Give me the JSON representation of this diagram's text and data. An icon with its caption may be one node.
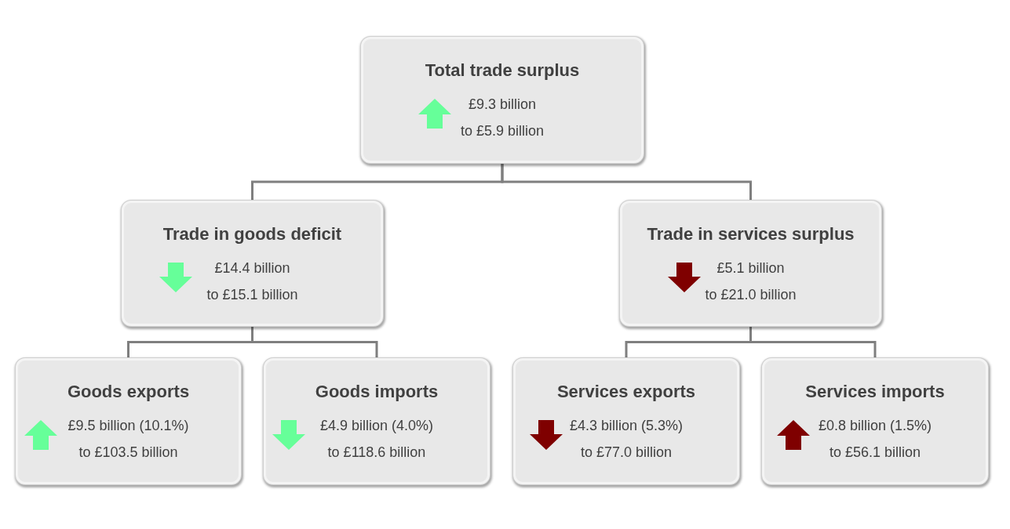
{
  "diagram": {
    "nodes": [
      {
        "text": [
          "Total trade surplus",
          "£9.3 billion",
          "to £5.9 billion"
        ]
      },
      {
        "text": [
          "Trade in goods deficit",
          "£14.4 billion",
          "to £15.1 billion"
        ]
      },
      {
        "text": [
          "Trade in services surplus",
          "£5.1 billion",
          "to £21.0 billion"
        ]
      },
      {
        "text": [
          "Goods exports",
          "£9.5 billion (10.1%)",
          "to £103.5 billion"
        ]
      },
      {
        "text": [
          "Goods imports",
          "£4.9 billion (4.0%)",
          "to £118.6 billion"
        ]
      },
      {
        "text": [
          "Services exports",
          "£4.3 billion (5.3%)",
          "to £77.0 billion"
        ]
      },
      {
        "text": [
          "Services imports",
          "£0.8 billion (1.5%)",
          "to £56.1 billion"
        ]
      }
    ],
    "edges": [
      {
        "from": 0,
        "to": 1,
        "arrow": "none"
      },
      {
        "from": 0,
        "to": 2,
        "arrow": "none"
      },
      {
        "from": 1,
        "to": 3,
        "arrow": "none"
      },
      {
        "from": 1,
        "to": 4,
        "arrow": "none"
      },
      {
        "from": 2,
        "to": 5,
        "arrow": "none"
      },
      {
        "from": 2,
        "to": 6,
        "arrow": "none"
      }
    ]
  }
}
